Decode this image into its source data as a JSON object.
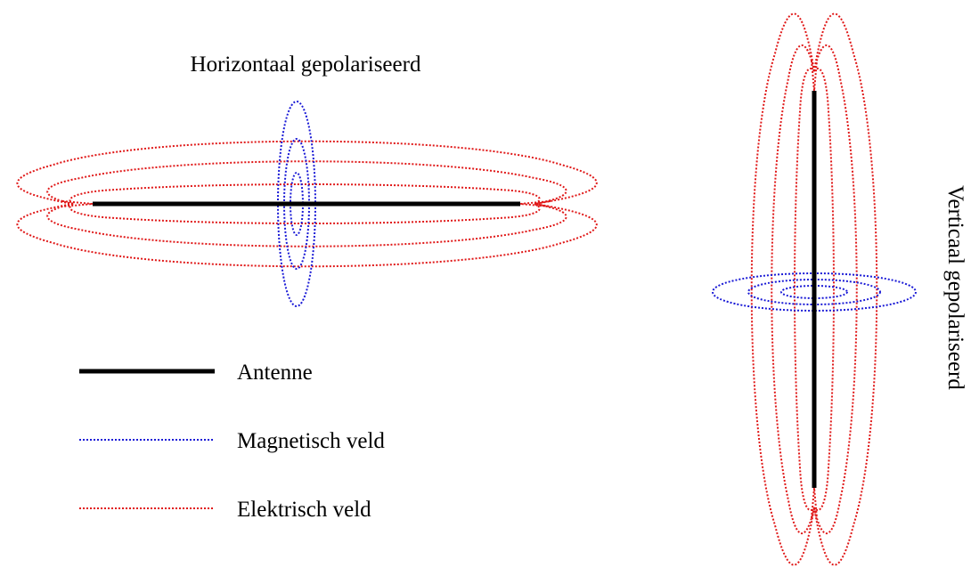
{
  "horizontal_panel": {
    "title": "Horizontaal gepolariseerd"
  },
  "vertical_panel": {
    "title": "Verticaal gepolariseerd"
  },
  "legend": {
    "items": [
      {
        "key": "antenna",
        "label": "Antenne",
        "line_style": "solid",
        "color": "#000000"
      },
      {
        "key": "magnetic",
        "label": "Magnetisch veld",
        "line_style": "dotted",
        "color": "#1a1ad6"
      },
      {
        "key": "electric",
        "label": "Elektrisch veld",
        "line_style": "dotted",
        "color": "#e01818"
      }
    ]
  },
  "colors": {
    "antenna": "#000000",
    "magnetic_field": "#1a1ad6",
    "electric_field": "#e01818",
    "background": "#ffffff"
  }
}
